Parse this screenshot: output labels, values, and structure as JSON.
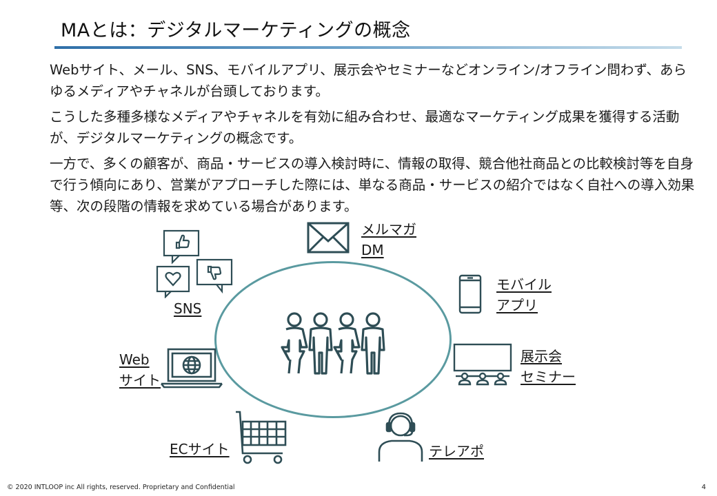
{
  "slide": {
    "title": "MAとは：デジタルマーケティングの概念",
    "page_number": "4"
  },
  "paragraphs": [
    "Webサイト、メール、SNS、モバイルアプリ、展示会やセミナーなどオンライン/オフライン問わず、あらゆるメディアやチャネルが台頭しております。",
    "こうした多種多様なメディアやチャネルを有効に組み合わせ、最適なマーケティング成果を獲得する活動が、デジタルマーケティングの概念です。",
    "一方で、多くの顧客が、商品・サービスの導入検討時に、情報の取得、競合他社商品との比較検討等を自身で行う傾向にあり、営業がアプローチした際には、単なる商品・サービスの紹介ではなく自社への導入効果等、次の段階の情報を求めている場合があります。"
  ],
  "diagram": {
    "mail": {
      "line1": "メルマガ",
      "line2": "DM",
      "icon": "envelope-icon"
    },
    "sns": {
      "line1": "SNS",
      "icon": "social-feedback-icon"
    },
    "mobile": {
      "line1": "モバイル",
      "line2": "アプリ",
      "icon": "smartphone-icon"
    },
    "web": {
      "line1": "Web",
      "line2": "サイト",
      "icon": "laptop-globe-icon"
    },
    "event": {
      "line1": "展示会",
      "line2": "セミナー",
      "icon": "presentation-audience-icon"
    },
    "ec": {
      "line1": "ECサイト",
      "icon": "shopping-cart-icon"
    },
    "tele": {
      "line1": "テレアポ",
      "icon": "headset-operator-icon"
    },
    "center": {
      "icon": "customers-group-icon"
    }
  },
  "footer": {
    "copyright": "© 2020 INTLOOP inc All rights, reserved.   Proprietary and Confidential"
  },
  "colors": {
    "accent_teal": "#5a9aa0",
    "icon_dark": "#2e4d55",
    "rule_blue": "#2f6fa8"
  }
}
